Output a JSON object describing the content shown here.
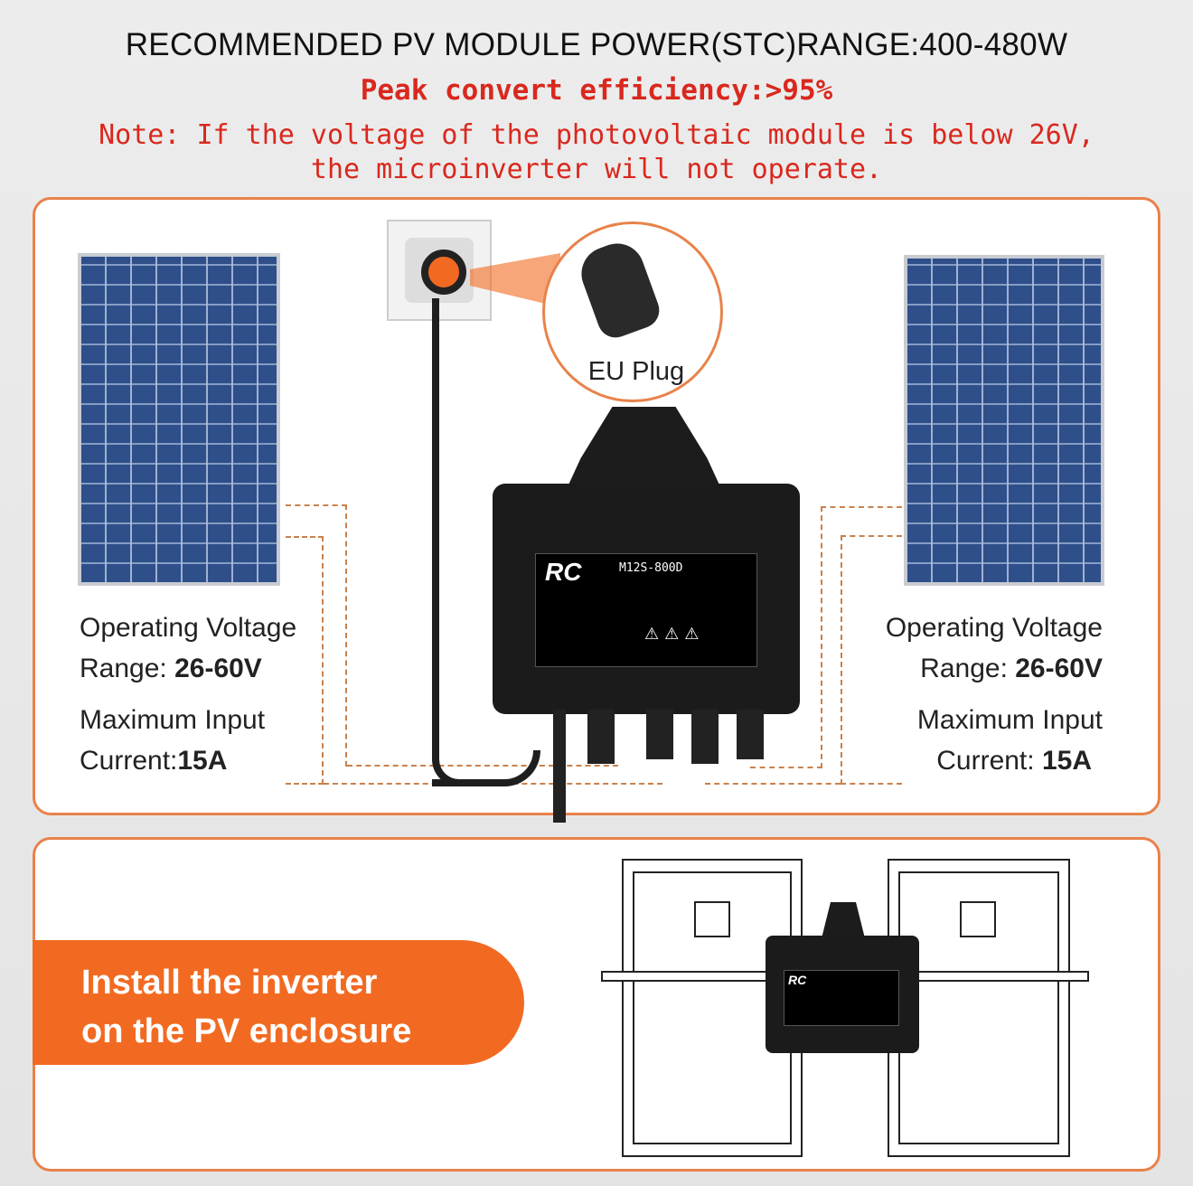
{
  "header": {
    "title": "RECOMMENDED PV MODULE POWER(STC)RANGE:400-480W",
    "efficiency": "Peak convert efficiency:>95%",
    "note_line1": "Note: If the voltage of the photovoltaic module is below 26V,",
    "note_line2": "the microinverter will not operate."
  },
  "left_panel": {
    "voltage_label": "Operating Voltage",
    "range_label": "Range: ",
    "range_value": "26-60V",
    "current_label": "Maximum Input",
    "current_prefix": "Current:",
    "current_value": "15A"
  },
  "right_panel": {
    "voltage_label": "Operating Voltage",
    "range_label": "Range: ",
    "range_value": "26-60V",
    "current_label": "Maximum Input",
    "current_prefix": "Current: ",
    "current_value": "15A"
  },
  "plug": {
    "label": "EU Plug"
  },
  "inverter": {
    "brand": "RC",
    "model": "M12S-800D"
  },
  "install": {
    "line1": "Install the inverter",
    "line2": "on the PV enclosure"
  },
  "colors": {
    "accent": "#f26a21",
    "warning_text": "#d9281e",
    "border": "#e8824a"
  }
}
